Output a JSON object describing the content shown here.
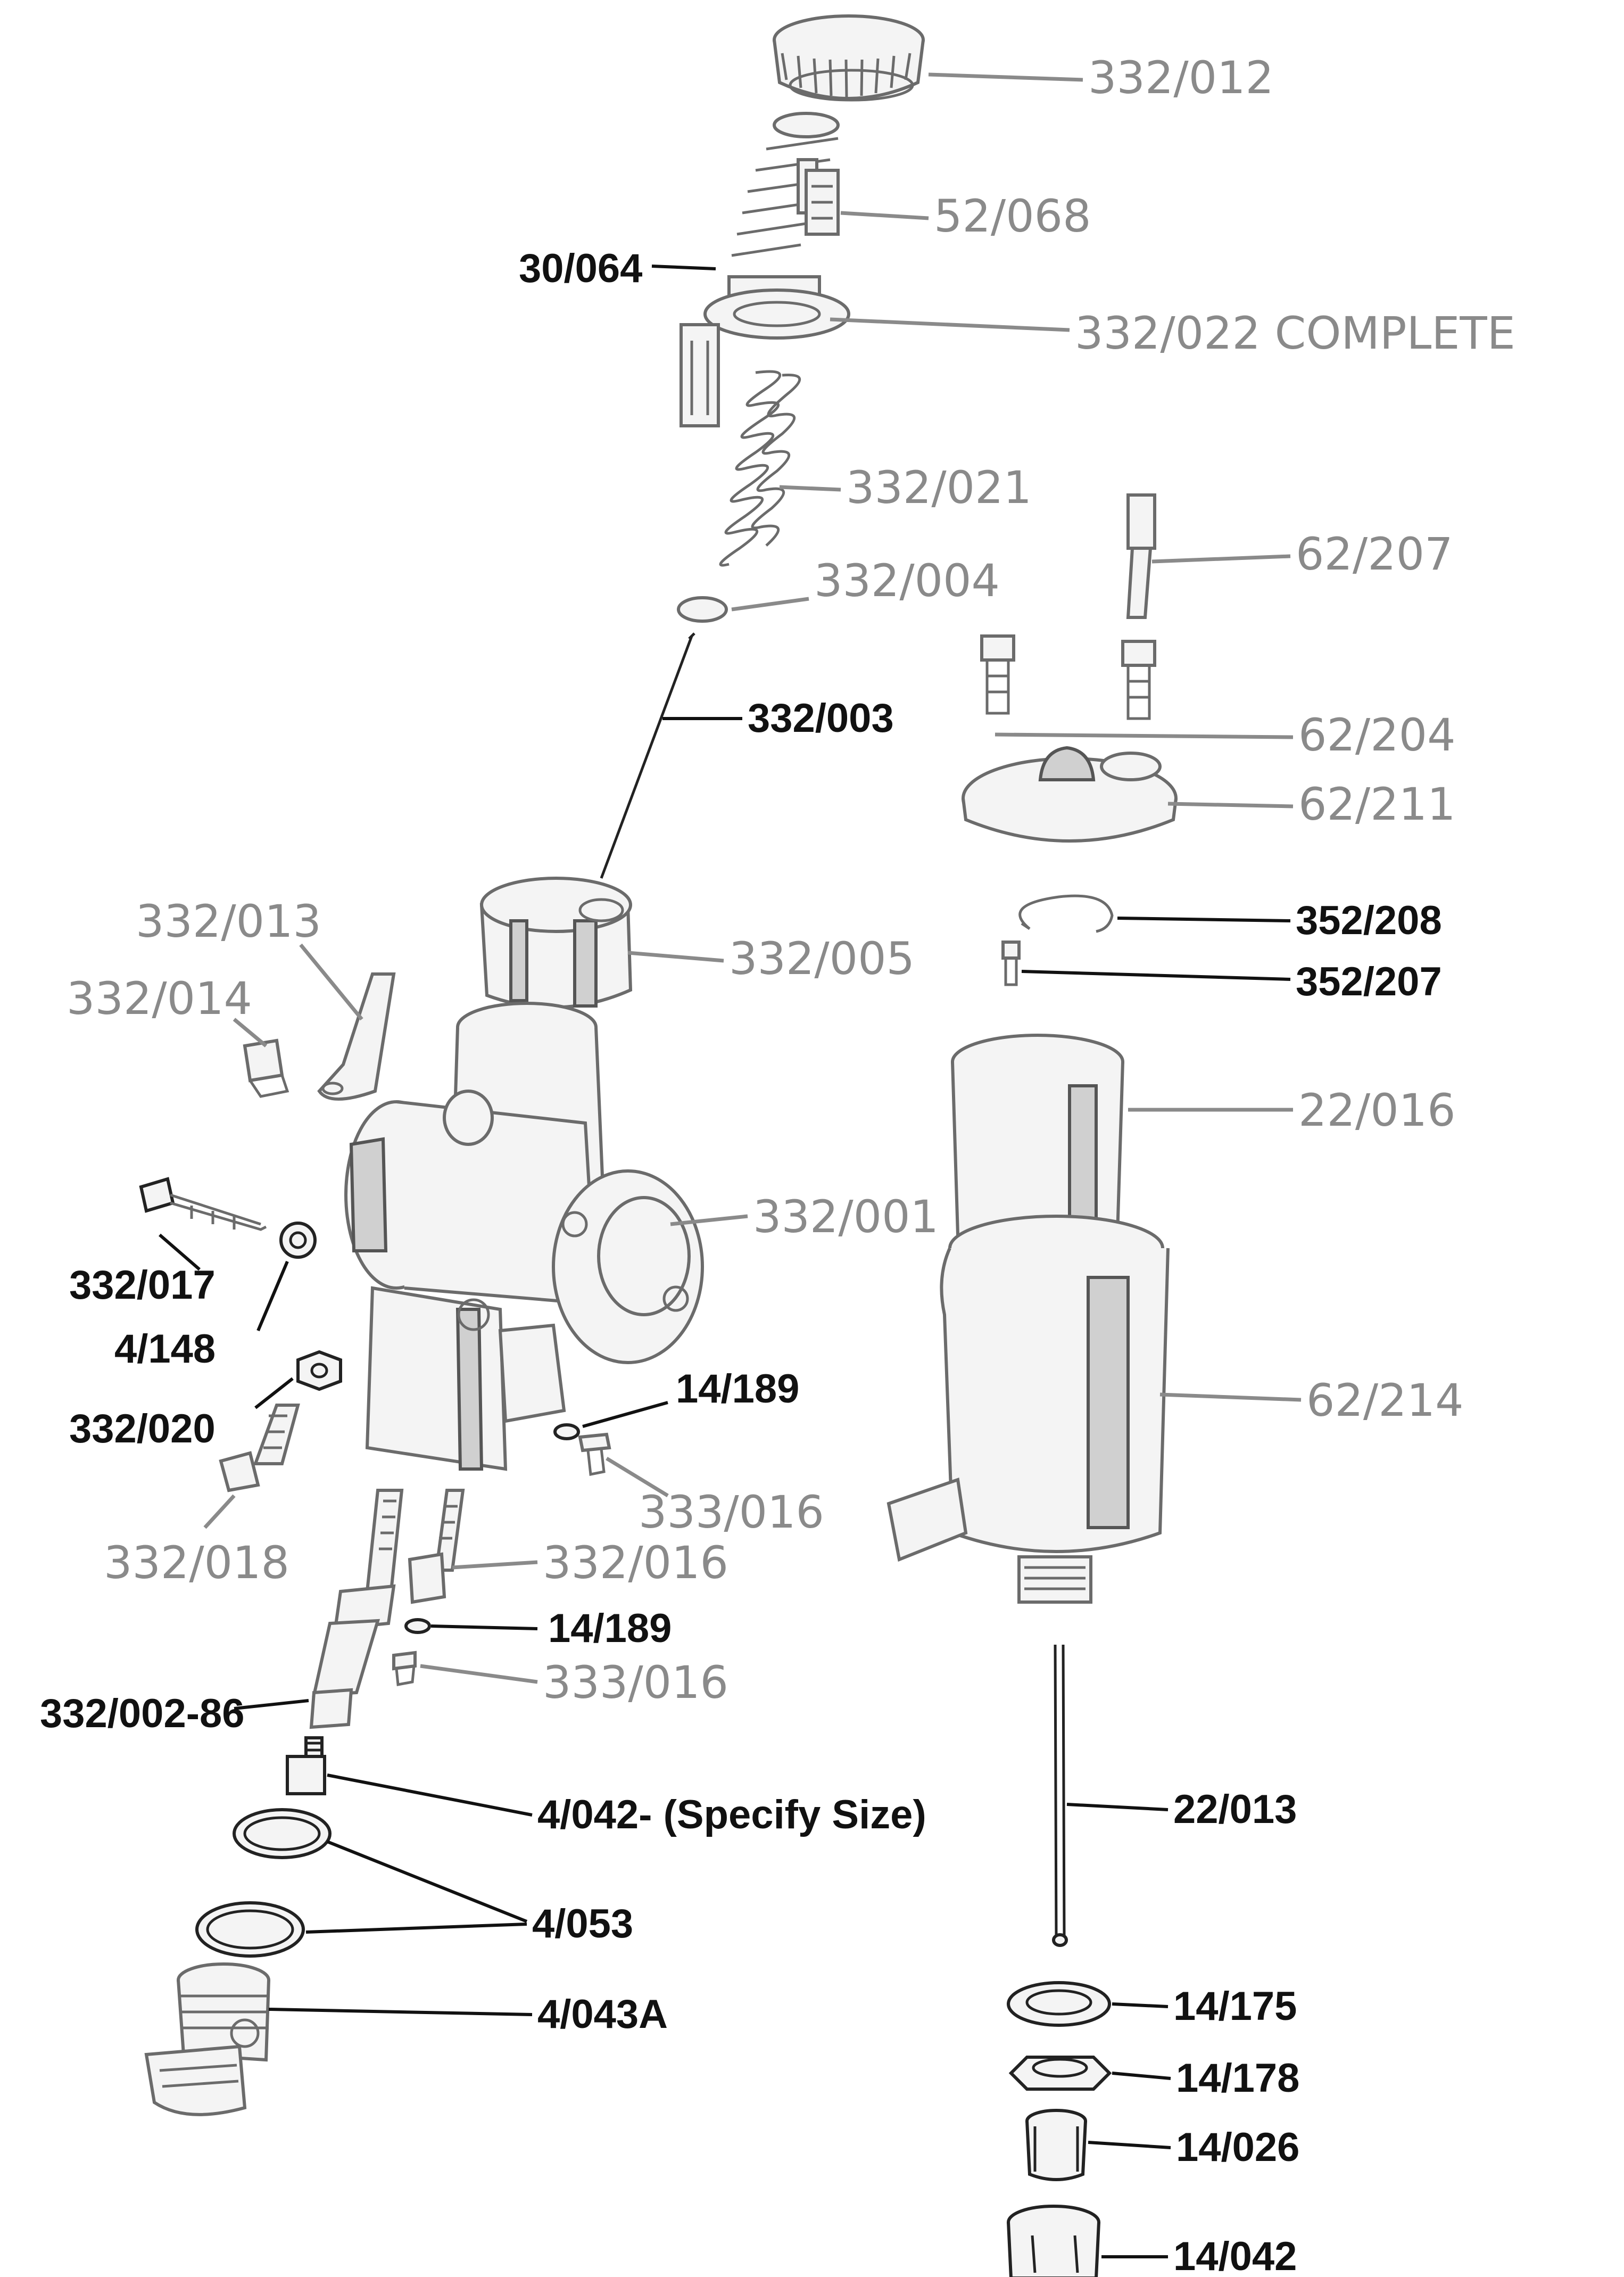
{
  "parts": [
    {
      "id": "p1",
      "label": "332/012",
      "style": "grey"
    },
    {
      "id": "p2",
      "label": "52/068",
      "style": "grey"
    },
    {
      "id": "p3",
      "label": "30/064",
      "style": "black"
    },
    {
      "id": "p4",
      "label": "332/022 COMPLETE",
      "style": "grey"
    },
    {
      "id": "p5",
      "label": "332/021",
      "style": "grey"
    },
    {
      "id": "p6",
      "label": "62/207",
      "style": "grey"
    },
    {
      "id": "p7",
      "label": "332/004",
      "style": "grey"
    },
    {
      "id": "p8",
      "label": "332/003",
      "style": "black"
    },
    {
      "id": "p9",
      "label": "62/204",
      "style": "grey"
    },
    {
      "id": "p10",
      "label": "62/211",
      "style": "grey"
    },
    {
      "id": "p11",
      "label": "352/208",
      "style": "black"
    },
    {
      "id": "p12",
      "label": "352/207",
      "style": "black"
    },
    {
      "id": "p13",
      "label": "332/013",
      "style": "grey"
    },
    {
      "id": "p14",
      "label": "332/005",
      "style": "grey"
    },
    {
      "id": "p15",
      "label": "332/014",
      "style": "grey"
    },
    {
      "id": "p16",
      "label": "22/016",
      "style": "grey"
    },
    {
      "id": "p17",
      "label": "332/001",
      "style": "grey"
    },
    {
      "id": "p18",
      "label": "332/017",
      "style": "black"
    },
    {
      "id": "p19",
      "label": "4/148",
      "style": "black"
    },
    {
      "id": "p20",
      "label": "14/189",
      "style": "black"
    },
    {
      "id": "p21",
      "label": "62/214",
      "style": "grey"
    },
    {
      "id": "p22",
      "label": "332/020",
      "style": "black"
    },
    {
      "id": "p23",
      "label": "333/016",
      "style": "grey"
    },
    {
      "id": "p24",
      "label": "332/018",
      "style": "grey"
    },
    {
      "id": "p25",
      "label": "332/016",
      "style": "grey"
    },
    {
      "id": "p26",
      "label": "14/189",
      "style": "black"
    },
    {
      "id": "p27",
      "label": "333/016",
      "style": "grey"
    },
    {
      "id": "p28",
      "label": "332/002-86",
      "style": "black"
    },
    {
      "id": "p29",
      "label": "4/042- (Specify Size)",
      "style": "black"
    },
    {
      "id": "p30",
      "label": "22/013",
      "style": "black"
    },
    {
      "id": "p31",
      "label": "4/053",
      "style": "black"
    },
    {
      "id": "p32",
      "label": "14/175",
      "style": "black"
    },
    {
      "id": "p33",
      "label": "4/043A",
      "style": "black"
    },
    {
      "id": "p34",
      "label": "14/178",
      "style": "black"
    },
    {
      "id": "p35",
      "label": "14/026",
      "style": "black"
    },
    {
      "id": "p36",
      "label": "14/042",
      "style": "black"
    }
  ]
}
